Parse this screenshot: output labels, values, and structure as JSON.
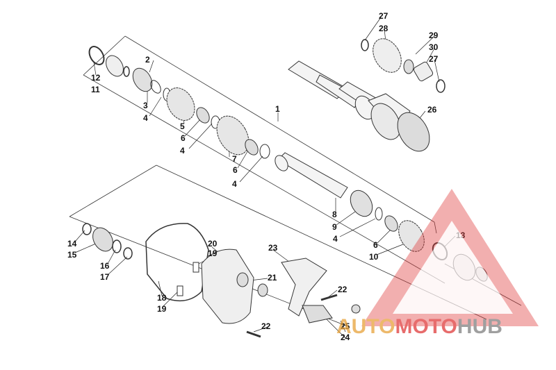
{
  "diagram": {
    "callouts": [
      "1",
      "2",
      "3",
      "4",
      "4",
      "4",
      "4",
      "5",
      "6",
      "6",
      "6",
      "7",
      "8",
      "9",
      "10",
      "11",
      "12",
      "13",
      "14",
      "15",
      "16",
      "17",
      "18",
      "19",
      "19",
      "20",
      "21",
      "22",
      "22",
      "23",
      "24",
      "25",
      "26",
      "27",
      "27",
      "28",
      "29",
      "30"
    ]
  },
  "watermark": {
    "part_auto": "AUTO",
    "part_moto": "MOTO",
    "part_hub": "HUB",
    "color_red": "#e03c3c",
    "color_orange": "#e8a23a",
    "color_gray": "#7f7f7f"
  }
}
